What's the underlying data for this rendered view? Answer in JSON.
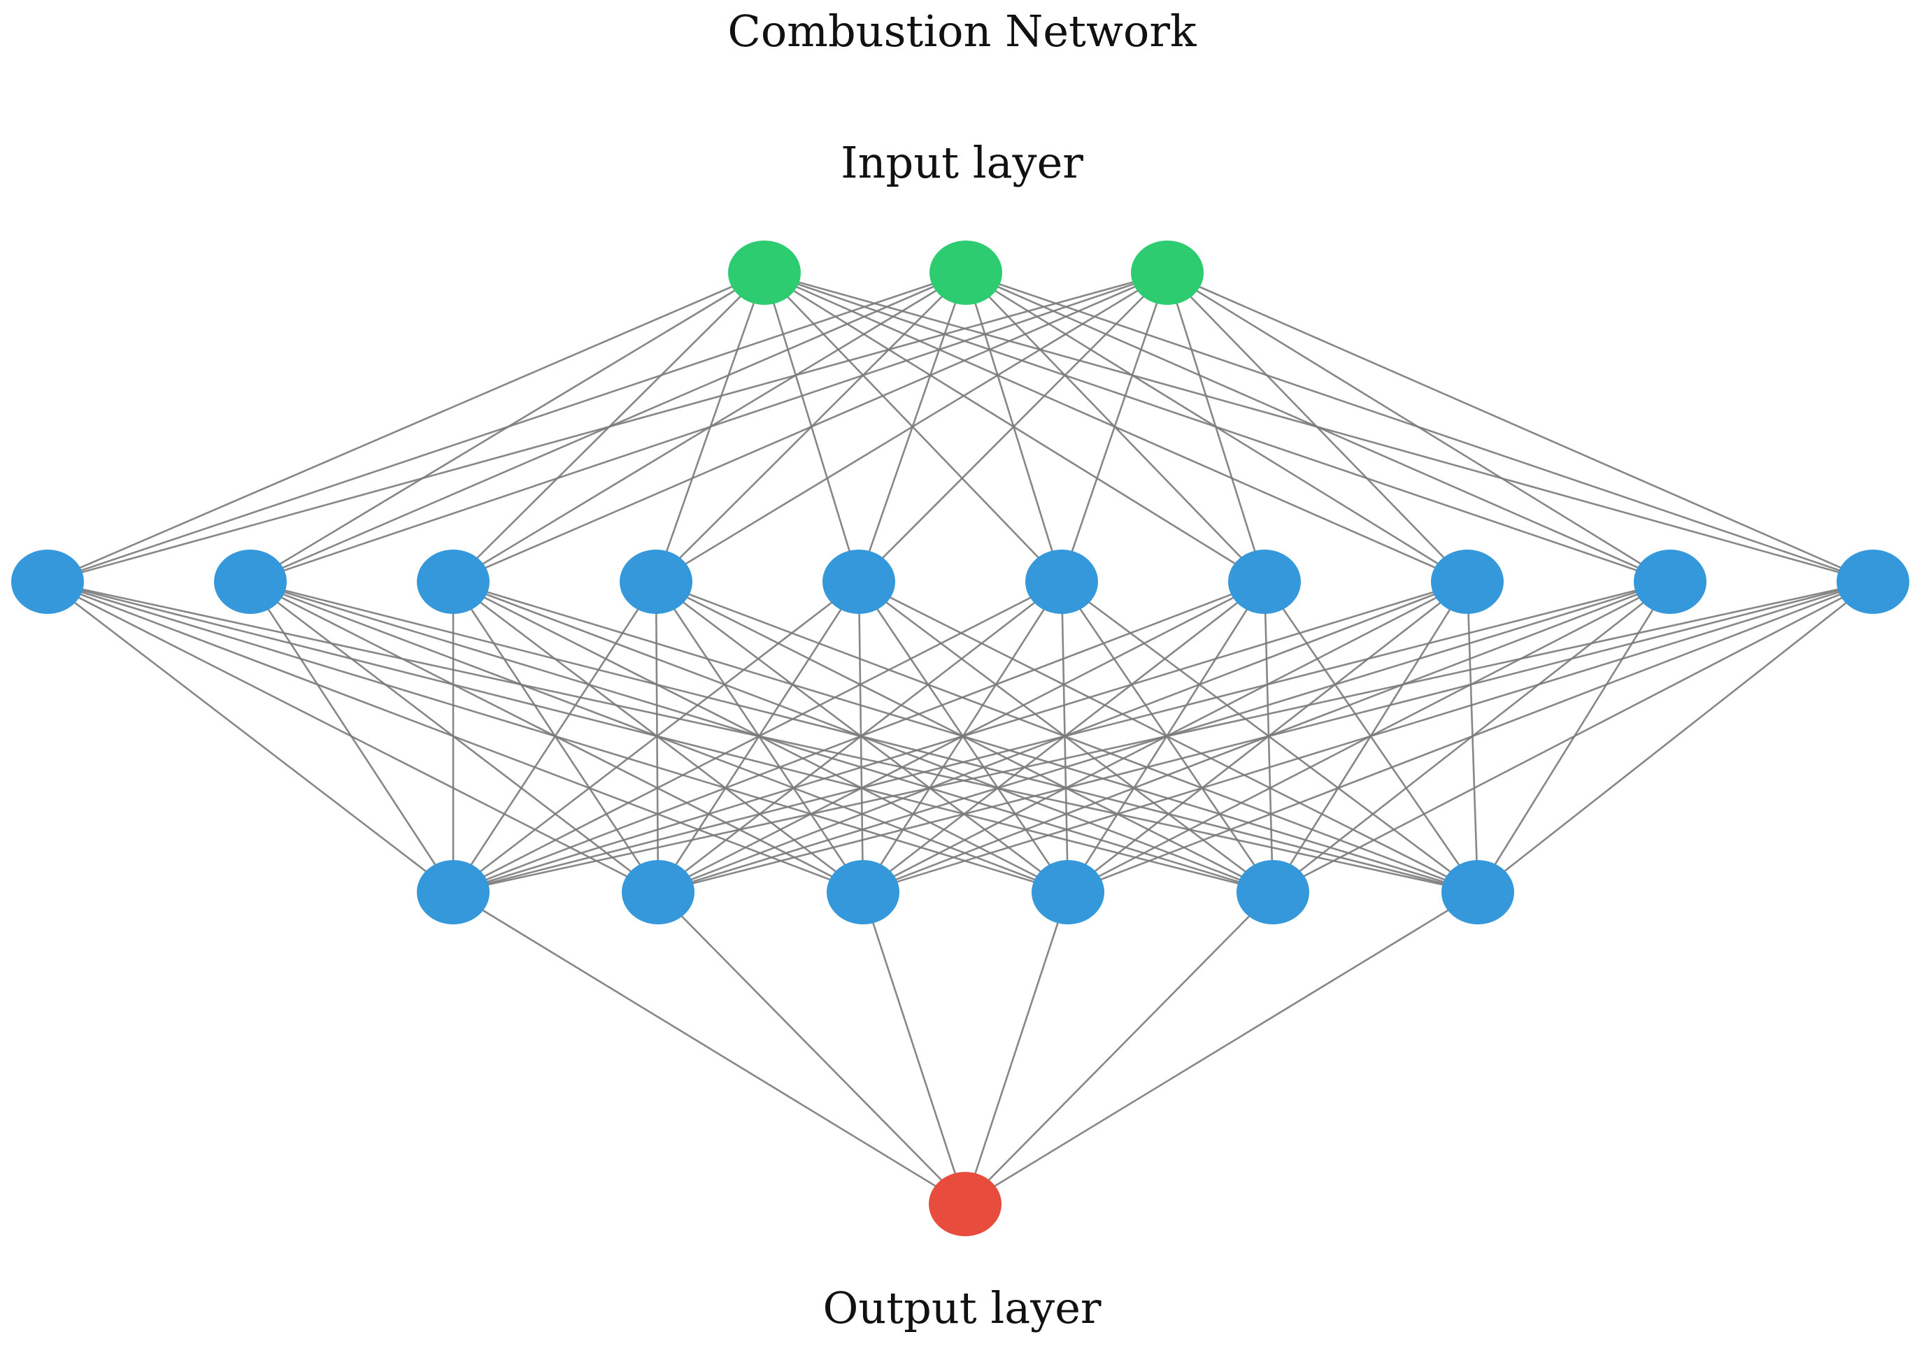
{
  "title": "Combustion Network",
  "input_label": "Input layer",
  "output_label": "Output layer",
  "colors": {
    "input_node": "#2ecc71",
    "hidden_node": "#3498db",
    "output_node": "#e74c3c",
    "edge": "#7a7a7a"
  },
  "layers": [
    {
      "name": "input",
      "nodes": 3
    },
    {
      "name": "hidden-1",
      "nodes": 10
    },
    {
      "name": "hidden-2",
      "nodes": 6
    },
    {
      "name": "output",
      "nodes": 1
    }
  ]
}
